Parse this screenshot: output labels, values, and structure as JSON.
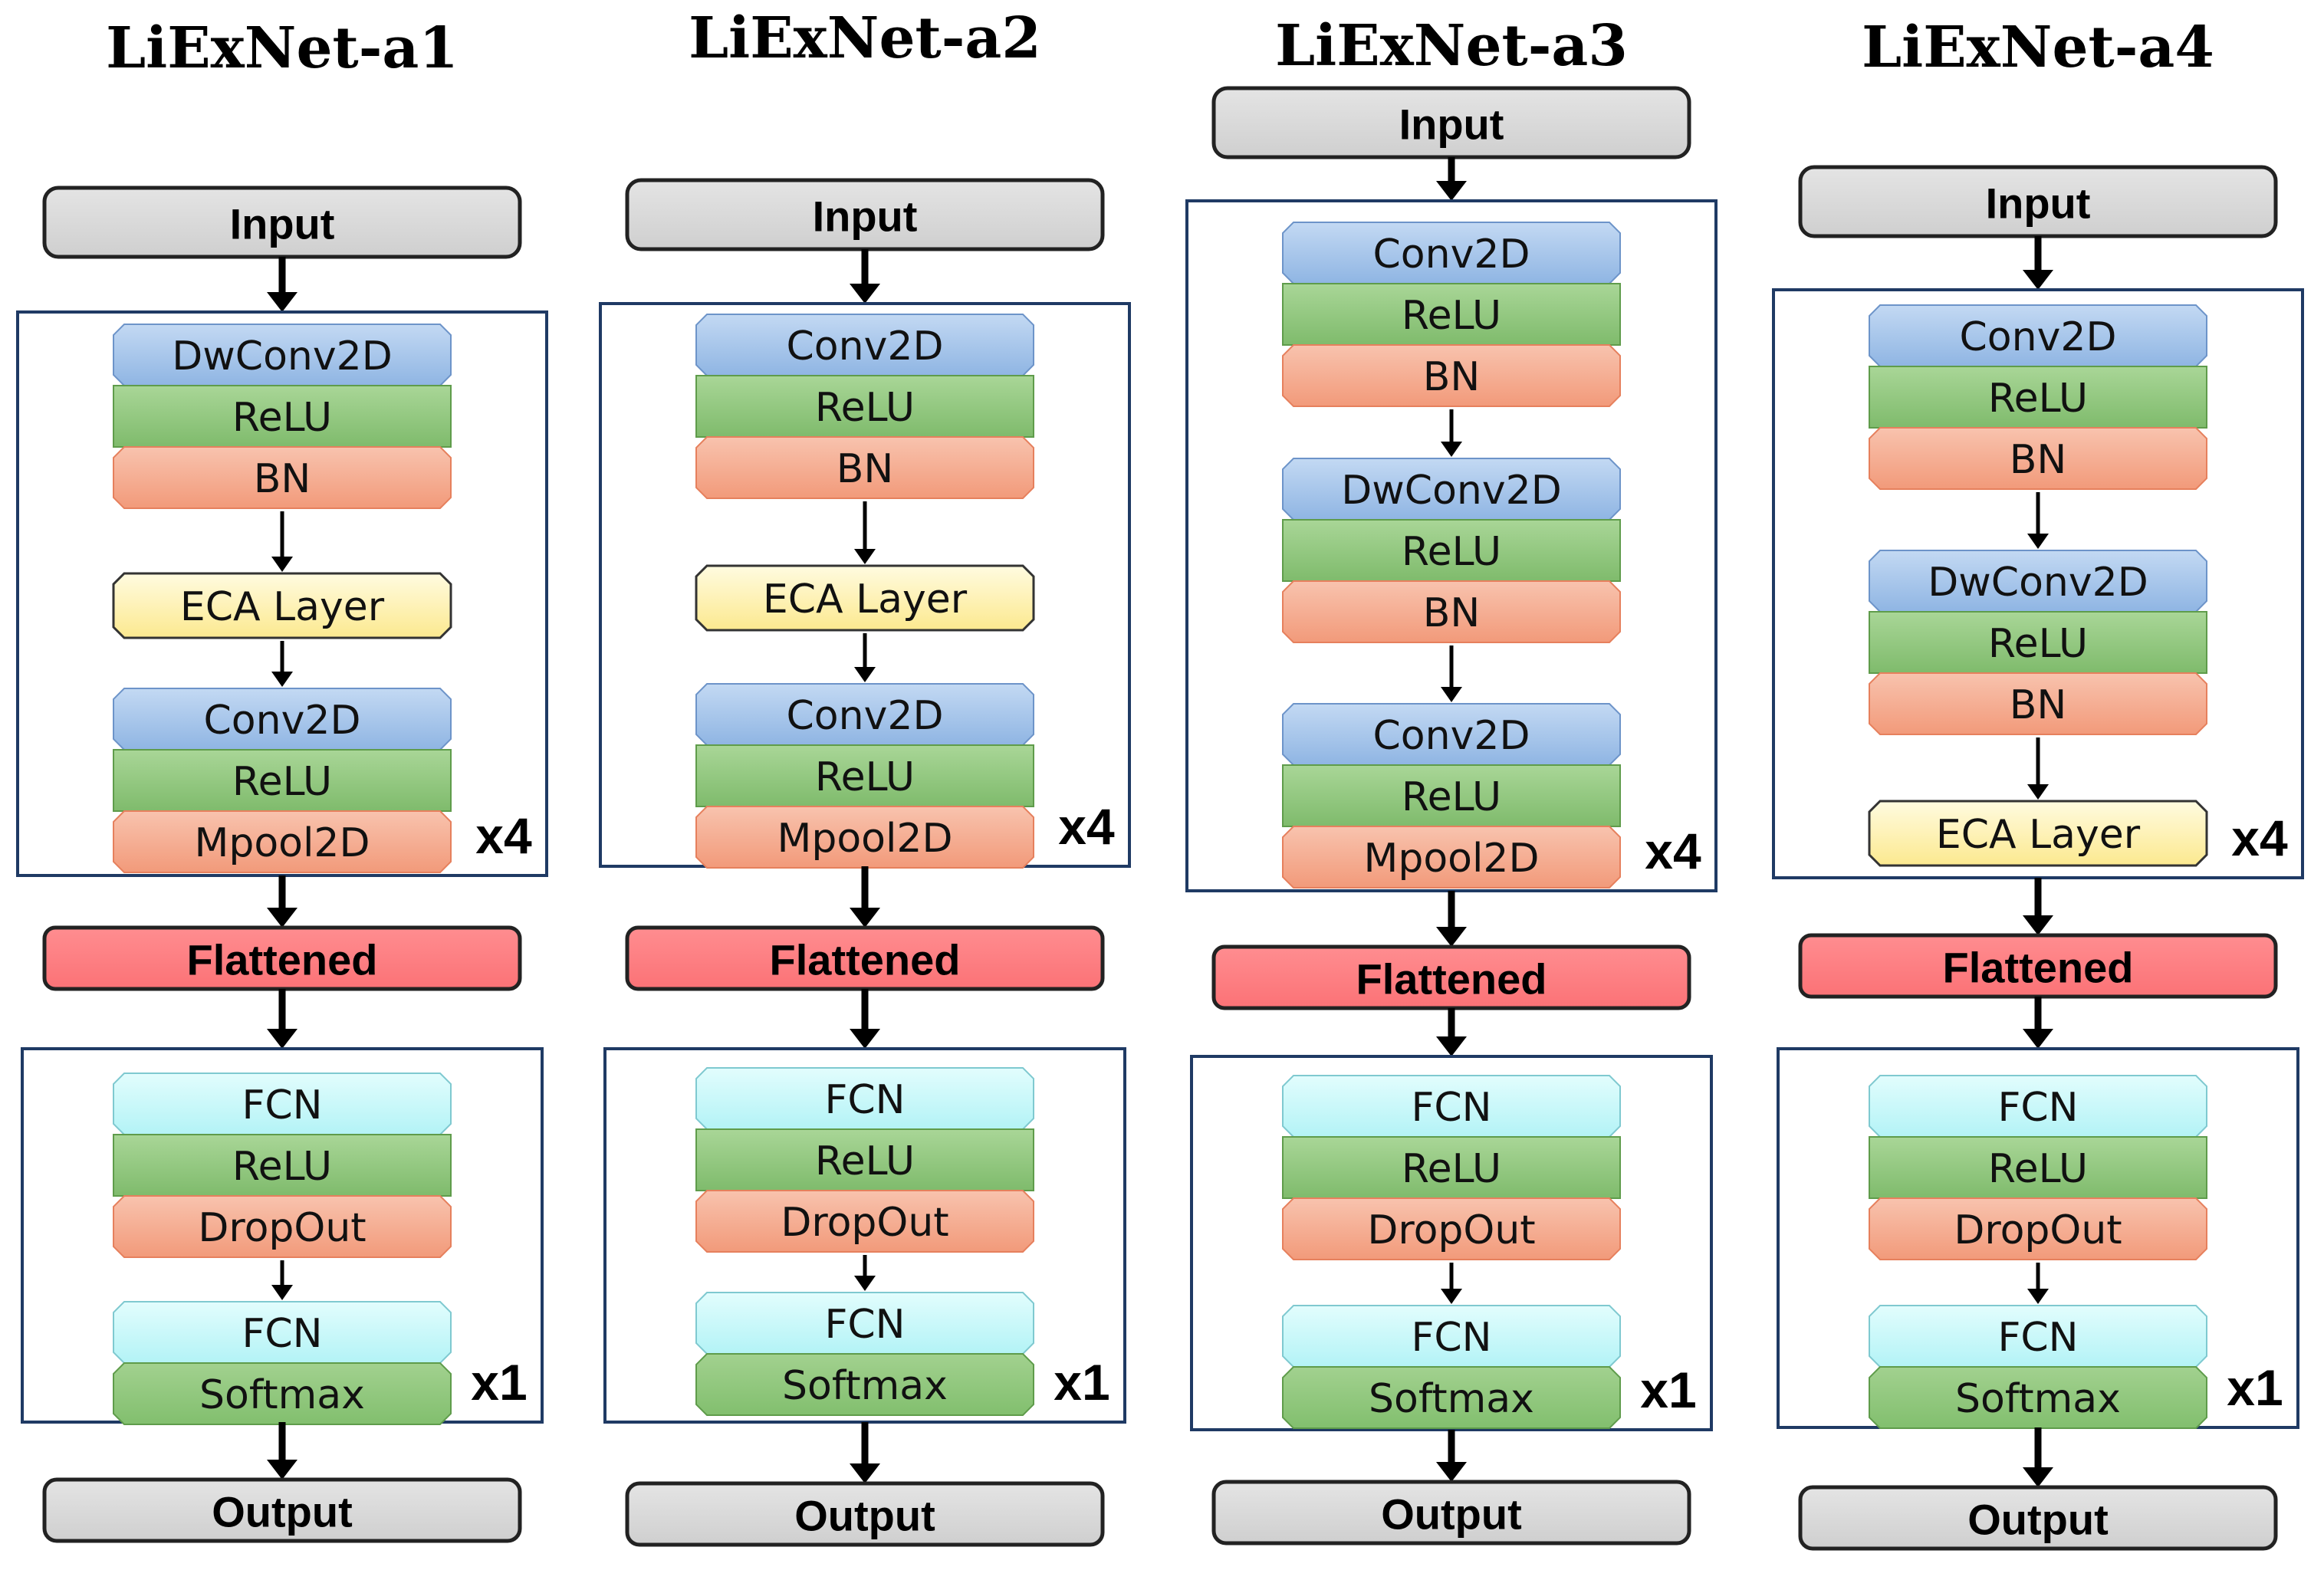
{
  "colors": {
    "terminal": "#d9d9d9",
    "flatten": "#ff7f82",
    "conv": "#9dc0e8",
    "relu": "#8cc579",
    "bn": "#f3a587",
    "eca": "#fdf1a6",
    "fcn": "#bdf7f9",
    "softmax": "#8cc579"
  },
  "icons": [
    "down-arrow"
  ],
  "networks": [
    {
      "title": "LiExNet-a1",
      "input_label": "Input",
      "flatten_label": "Flattened",
      "output_label": "Output",
      "conv_stage": {
        "repeat_label": "x4",
        "groups": [
          {
            "layers": [
              {
                "label": "DwConv2D",
                "type": "conv"
              },
              {
                "label": "ReLU",
                "type": "relu"
              },
              {
                "label": "BN",
                "type": "bn"
              }
            ]
          },
          {
            "layers": [
              {
                "label": "ECA Layer",
                "type": "eca"
              }
            ]
          },
          {
            "layers": [
              {
                "label": "Conv2D",
                "type": "conv"
              },
              {
                "label": "ReLU",
                "type": "relu"
              },
              {
                "label": "Mpool2D",
                "type": "bn"
              }
            ]
          }
        ]
      },
      "fc_stage": {
        "repeat_label": "x1",
        "groups": [
          {
            "layers": [
              {
                "label": "FCN",
                "type": "fcn"
              },
              {
                "label": "ReLU",
                "type": "relu"
              },
              {
                "label": "DropOut",
                "type": "bn"
              }
            ]
          },
          {
            "layers": [
              {
                "label": "FCN",
                "type": "fcn"
              },
              {
                "label": "Softmax",
                "type": "softmax"
              }
            ]
          }
        ]
      }
    },
    {
      "title": "LiExNet-a2",
      "input_label": "Input",
      "flatten_label": "Flattened",
      "output_label": "Output",
      "conv_stage": {
        "repeat_label": "x4",
        "groups": [
          {
            "layers": [
              {
                "label": "Conv2D",
                "type": "conv"
              },
              {
                "label": "ReLU",
                "type": "relu"
              },
              {
                "label": "BN",
                "type": "bn"
              }
            ]
          },
          {
            "layers": [
              {
                "label": "ECA Layer",
                "type": "eca"
              }
            ]
          },
          {
            "layers": [
              {
                "label": "Conv2D",
                "type": "conv"
              },
              {
                "label": "ReLU",
                "type": "relu"
              },
              {
                "label": "Mpool2D",
                "type": "bn"
              }
            ]
          }
        ]
      },
      "fc_stage": {
        "repeat_label": "x1",
        "groups": [
          {
            "layers": [
              {
                "label": "FCN",
                "type": "fcn"
              },
              {
                "label": "ReLU",
                "type": "relu"
              },
              {
                "label": "DropOut",
                "type": "bn"
              }
            ]
          },
          {
            "layers": [
              {
                "label": "FCN",
                "type": "fcn"
              },
              {
                "label": "Softmax",
                "type": "softmax"
              }
            ]
          }
        ]
      }
    },
    {
      "title": "LiExNet-a3",
      "input_label": "Input",
      "flatten_label": "Flattened",
      "output_label": "Output",
      "conv_stage": {
        "repeat_label": "x4",
        "groups": [
          {
            "layers": [
              {
                "label": "Conv2D",
                "type": "conv"
              },
              {
                "label": "ReLU",
                "type": "relu"
              },
              {
                "label": "BN",
                "type": "bn"
              }
            ]
          },
          {
            "layers": [
              {
                "label": "DwConv2D",
                "type": "conv"
              },
              {
                "label": "ReLU",
                "type": "relu"
              },
              {
                "label": "BN",
                "type": "bn"
              }
            ]
          },
          {
            "layers": [
              {
                "label": "Conv2D",
                "type": "conv"
              },
              {
                "label": "ReLU",
                "type": "relu"
              },
              {
                "label": "Mpool2D",
                "type": "bn"
              }
            ]
          }
        ]
      },
      "fc_stage": {
        "repeat_label": "x1",
        "groups": [
          {
            "layers": [
              {
                "label": "FCN",
                "type": "fcn"
              },
              {
                "label": "ReLU",
                "type": "relu"
              },
              {
                "label": "DropOut",
                "type": "bn"
              }
            ]
          },
          {
            "layers": [
              {
                "label": "FCN",
                "type": "fcn"
              },
              {
                "label": "Softmax",
                "type": "softmax"
              }
            ]
          }
        ]
      }
    },
    {
      "title": "LiExNet-a4",
      "input_label": "Input",
      "flatten_label": "Flattened",
      "output_label": "Output",
      "conv_stage": {
        "repeat_label": "x4",
        "groups": [
          {
            "layers": [
              {
                "label": "Conv2D",
                "type": "conv"
              },
              {
                "label": "ReLU",
                "type": "relu"
              },
              {
                "label": "BN",
                "type": "bn"
              }
            ]
          },
          {
            "layers": [
              {
                "label": "DwConv2D",
                "type": "conv"
              },
              {
                "label": "ReLU",
                "type": "relu"
              },
              {
                "label": "BN",
                "type": "bn"
              }
            ]
          },
          {
            "layers": [
              {
                "label": "ECA Layer",
                "type": "eca"
              }
            ]
          }
        ]
      },
      "fc_stage": {
        "repeat_label": "x1",
        "groups": [
          {
            "layers": [
              {
                "label": "FCN",
                "type": "fcn"
              },
              {
                "label": "ReLU",
                "type": "relu"
              },
              {
                "label": "DropOut",
                "type": "bn"
              }
            ]
          },
          {
            "layers": [
              {
                "label": "FCN",
                "type": "fcn"
              },
              {
                "label": "Softmax",
                "type": "softmax"
              }
            ]
          }
        ]
      }
    }
  ]
}
